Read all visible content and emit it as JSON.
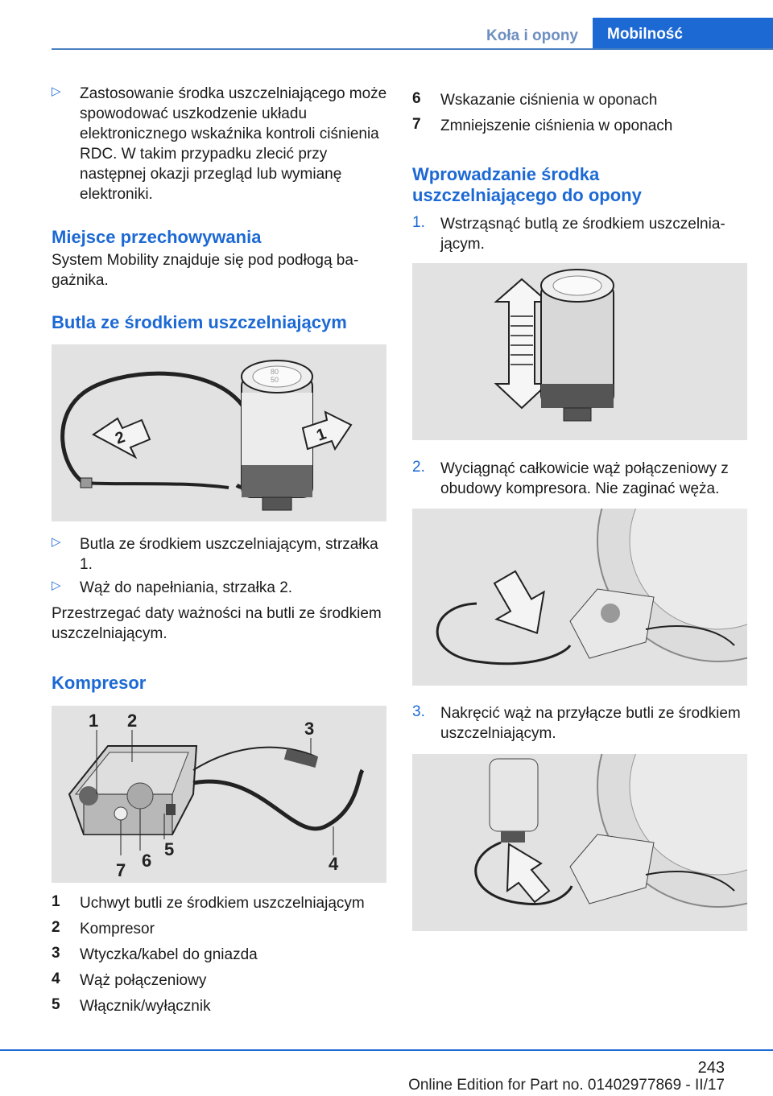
{
  "header": {
    "section": "Koła i opony",
    "tab": "Mobilność"
  },
  "left": {
    "bullet1": "Zastosowanie środka uszczelniającego może spowodować uszkodzenie układu elektronicznego wskaźnika kontroli ciśnie­nia RDC. W takim przypadku zlecić przy następnej okazji przegląd lub wymianę elektroniki.",
    "heading_storage": "Miejsce przechowywania",
    "storage_text": "System Mobility znajduje się pod podłogą ba­gażnika.",
    "heading_bottle": "Butla ze środkiem uszczelniającym",
    "bottle_bullets": [
      "Butla ze środkiem uszczelniającym, strzałka 1.",
      "Wąż do napełniania, strzałka 2."
    ],
    "bottle_note": "Przestrzegać daty ważności na butli ze środ­kiem uszczelniającym.",
    "heading_compressor": "Kompresor",
    "legend": [
      {
        "n": "1",
        "t": "Uchwyt butli ze środkiem uszczelniającym"
      },
      {
        "n": "2",
        "t": "Kompresor"
      },
      {
        "n": "3",
        "t": "Wtyczka/kabel do gniazda"
      },
      {
        "n": "4",
        "t": "Wąż połączeniowy"
      },
      {
        "n": "5",
        "t": "Włącznik/wyłącznik"
      }
    ]
  },
  "right": {
    "legend": [
      {
        "n": "6",
        "t": "Wskazanie ciśnienia w oponach"
      },
      {
        "n": "7",
        "t": "Zmniejszenie ciśnienia w oponach"
      }
    ],
    "heading": "Wprowadzanie środka uszczelniającego do opony",
    "steps": [
      {
        "n": "1.",
        "t": "Wstrząsnąć butlą ze środkiem uszczelnia­jącym."
      },
      {
        "n": "2.",
        "t": "Wyciągnąć całkowicie wąż połączeniowy z obudowy kompresora. Nie zaginać węża."
      },
      {
        "n": "3.",
        "t": "Nakręcić wąż na przyłącze butli ze środ­kiem uszczelniającym."
      }
    ]
  },
  "figure_labels": {
    "bottle_arrows": [
      "2",
      "1"
    ],
    "bottle_cap": [
      "80",
      "50"
    ],
    "compressor_callouts": [
      "1",
      "2",
      "3",
      "4",
      "5",
      "6",
      "7"
    ]
  },
  "footer": {
    "page": "243",
    "edition": "Online Edition for Part no. 01402977869 - II/17"
  },
  "icons": {
    "bullet": "triangle-right-icon",
    "arrow": "block-arrow-icon"
  },
  "colors": {
    "accent": "#1c69d4",
    "figure_bg": "#e2e2e2"
  }
}
